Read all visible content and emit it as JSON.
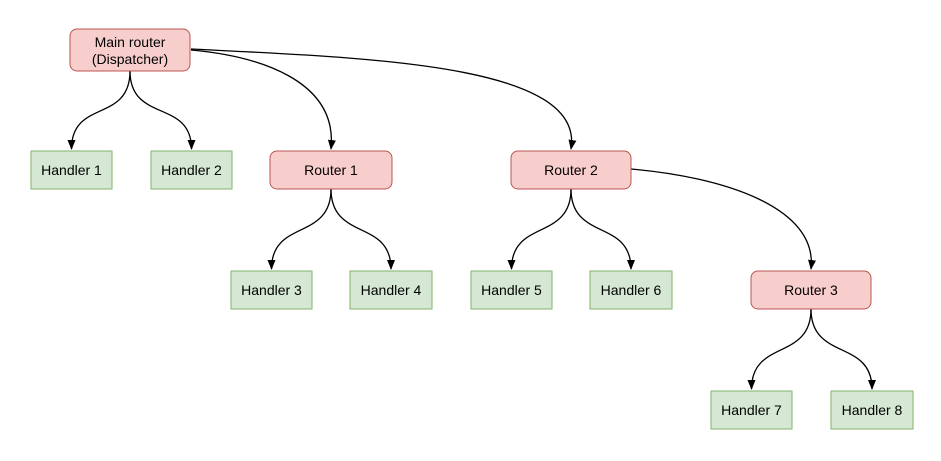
{
  "diagram": {
    "type": "tree",
    "nodes": {
      "main_router": {
        "lines": [
          "Main router",
          "(Dispatcher)"
        ],
        "kind": "router"
      },
      "handler1": {
        "label": "Handler 1",
        "kind": "handler"
      },
      "handler2": {
        "label": "Handler 2",
        "kind": "handler"
      },
      "router1": {
        "label": "Router 1",
        "kind": "router"
      },
      "router2": {
        "label": "Router 2",
        "kind": "router"
      },
      "handler3": {
        "label": "Handler 3",
        "kind": "handler"
      },
      "handler4": {
        "label": "Handler 4",
        "kind": "handler"
      },
      "handler5": {
        "label": "Handler 5",
        "kind": "handler"
      },
      "handler6": {
        "label": "Handler 6",
        "kind": "handler"
      },
      "router3": {
        "label": "Router 3",
        "kind": "router"
      },
      "handler7": {
        "label": "Handler 7",
        "kind": "handler"
      },
      "handler8": {
        "label": "Handler 8",
        "kind": "handler"
      }
    },
    "edges": [
      {
        "from": "main_router",
        "to": "handler1"
      },
      {
        "from": "main_router",
        "to": "handler2"
      },
      {
        "from": "main_router",
        "to": "router1"
      },
      {
        "from": "main_router",
        "to": "router2"
      },
      {
        "from": "router1",
        "to": "handler3"
      },
      {
        "from": "router1",
        "to": "handler4"
      },
      {
        "from": "router2",
        "to": "handler5"
      },
      {
        "from": "router2",
        "to": "handler6"
      },
      {
        "from": "router2",
        "to": "router3"
      },
      {
        "from": "router3",
        "to": "handler7"
      },
      {
        "from": "router3",
        "to": "handler8"
      }
    ],
    "colors": {
      "router_fill": "#f8cecc",
      "router_stroke": "#b85450",
      "handler_fill": "#d5e8d4",
      "handler_stroke": "#82b366",
      "edge_stroke": "#000000",
      "background": "#ffffff"
    }
  }
}
